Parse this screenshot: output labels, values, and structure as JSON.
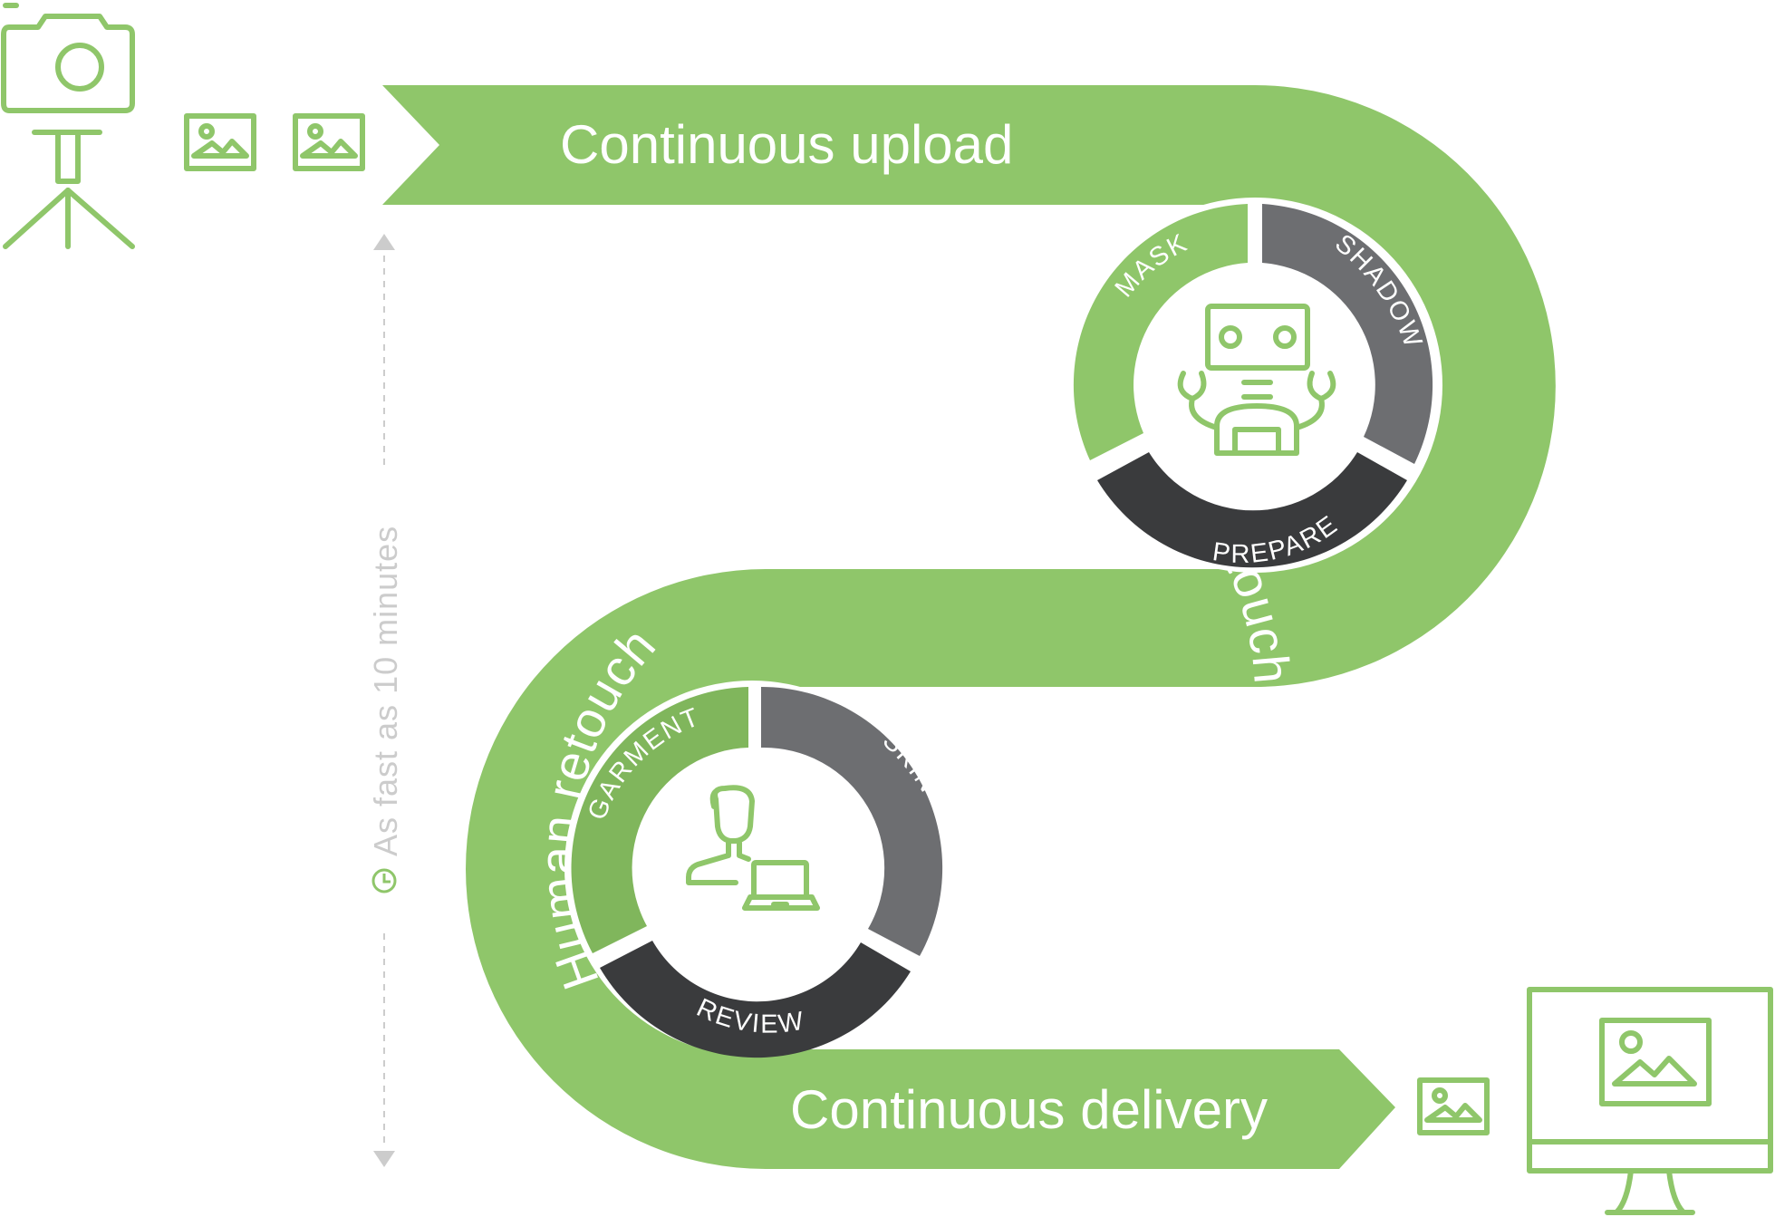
{
  "colors": {
    "green": "#8fc66a",
    "green_dark": "#80b65c",
    "gray": "#6d6e71",
    "charcoal": "#3a3b3d",
    "timing": "#cccccc",
    "white": "#ffffff"
  },
  "stages": {
    "upload": "Continuous upload",
    "ai": "AI retouch",
    "human": "Human retouch",
    "delivery": "Continuous delivery"
  },
  "ai_steps": {
    "mask": "MASK",
    "shadow": "SHADOW",
    "prepare": "PREPARE"
  },
  "human_steps": {
    "garment": "GARMENT",
    "skin": "SKIN",
    "review": "REVIEW"
  },
  "timing": {
    "label": "As fast as 10 minutes"
  },
  "icons": {
    "camera": "camera-on-tripod-icon",
    "upload_images": [
      "image-icon",
      "image-icon"
    ],
    "robot": "robot-icon",
    "retoucher": "person-with-laptop-icon",
    "delivery_image": "image-icon",
    "monitor": "monitor-icon",
    "clock": "clock-icon"
  }
}
